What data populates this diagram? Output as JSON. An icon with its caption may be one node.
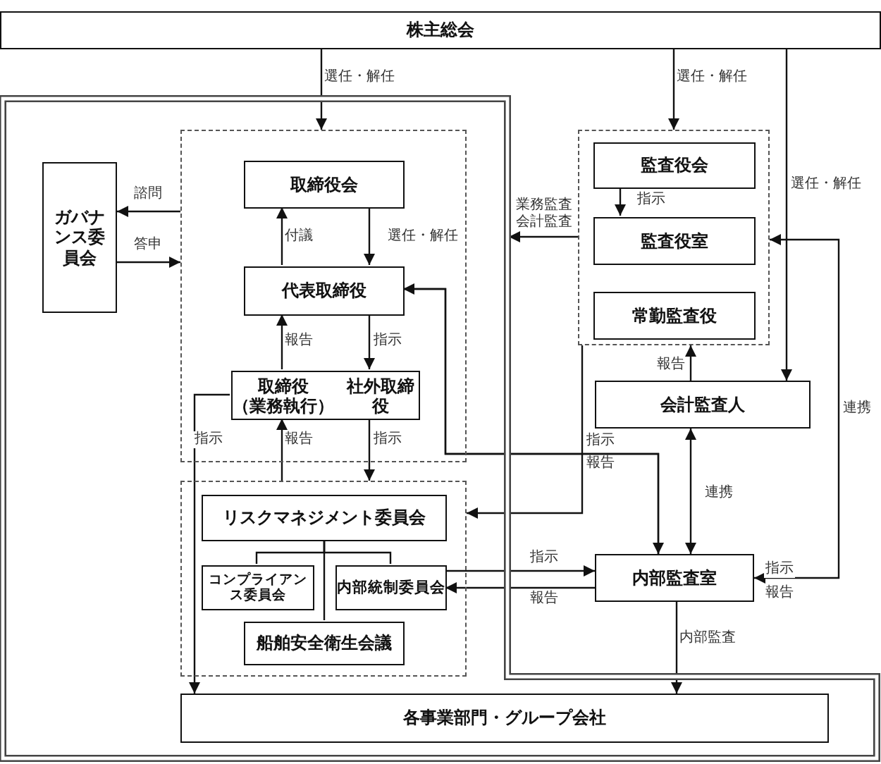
{
  "diagram": {
    "nodes": [
      {
        "text": [
          "株主総会"
        ]
      },
      {
        "text": [],
        "shape": "box"
      },
      {
        "text": [
          "ガバナンス委員会"
        ],
        "in": 1
      },
      {
        "text": [],
        "shape": "box",
        "in": 1
      },
      {
        "text": [
          "取締役会"
        ],
        "in": 3
      },
      {
        "text": [
          "代表取締役"
        ],
        "in": 3
      },
      {
        "text": [
          "取締役（業務執行）",
          "社外取締役"
        ],
        "in": 3
      },
      {
        "text": [],
        "shape": "box",
        "in": 1
      },
      {
        "text": [
          "リスクマネジメント委員会"
        ],
        "in": 7
      },
      {
        "text": [
          "コンプライアンス委員会"
        ],
        "in": 7
      },
      {
        "text": [
          "内部統制委員会"
        ],
        "in": 7
      },
      {
        "text": [
          "船舶安全衛生会議"
        ],
        "in": 7
      },
      {
        "text": [
          "各事業部門・グループ会社"
        ],
        "in": 1
      },
      {
        "text": [],
        "shape": "box"
      },
      {
        "text": [
          "監査役会"
        ],
        "in": 13
      },
      {
        "text": [
          "監査役室"
        ],
        "in": 13
      },
      {
        "text": [
          "常勤監査役"
        ],
        "in": 13
      },
      {
        "text": [
          "会計監査人"
        ]
      },
      {
        "text": [
          "内部監査室"
        ]
      }
    ],
    "edges": [
      {
        "from": 0,
        "to": 3,
        "arrow": "to",
        "label": "選任・解任"
      },
      {
        "from": 0,
        "to": 13,
        "arrow": "to",
        "label": "選任・解任"
      },
      {
        "from": 0,
        "to": 17,
        "arrow": "to",
        "label": "選任・解任"
      },
      {
        "from": 3,
        "to": 2,
        "arrow": "to",
        "label": "諮問"
      },
      {
        "from": 2,
        "to": 3,
        "arrow": "to",
        "label": "答申"
      },
      {
        "from": 5,
        "to": 4,
        "arrow": "to",
        "label": "付議"
      },
      {
        "from": 4,
        "to": 5,
        "arrow": "to",
        "label": "選任・解任"
      },
      {
        "from": 6,
        "to": 5,
        "arrow": "to",
        "label": "報告"
      },
      {
        "from": 5,
        "to": 6,
        "arrow": "to",
        "label": "指示"
      },
      {
        "from": 7,
        "to": 6,
        "arrow": "to",
        "label": "報告"
      },
      {
        "from": 6,
        "to": 7,
        "arrow": "to",
        "label": "指示"
      },
      {
        "from": 6,
        "to": 12,
        "arrow": "to",
        "label": "指示"
      },
      {
        "from": 5,
        "to": 18,
        "arrow": "to",
        "label": "指示"
      },
      {
        "from": 18,
        "to": 5,
        "arrow": "to",
        "label": "報告"
      },
      {
        "from": 13,
        "to": 7,
        "arrow": "to"
      },
      {
        "from": 13,
        "to": 1,
        "arrow": "to",
        "label": "業務監査会計監査"
      },
      {
        "from": 14,
        "to": 15,
        "arrow": "to",
        "label": "指示"
      },
      {
        "from": 17,
        "to": 13,
        "arrow": "to",
        "label": "報告"
      },
      {
        "from": 17,
        "to": 18,
        "arrow": "both",
        "label": "連携"
      },
      {
        "from": 18,
        "to": 13,
        "arrow": "both",
        "label": "連携"
      },
      {
        "from": 10,
        "to": 18,
        "arrow": "to",
        "label": "指示"
      },
      {
        "from": 18,
        "to": 10,
        "arrow": "to",
        "label": "報告"
      },
      {
        "from": 18,
        "to": 12,
        "arrow": "to",
        "label": "内部監査"
      },
      {
        "from": 8,
        "to": 9,
        "arrow": "none"
      },
      {
        "from": 8,
        "to": 10,
        "arrow": "none"
      },
      {
        "from": 8,
        "to": 11,
        "arrow": "none"
      }
    ],
    "labels": [
      "指示",
      "報告"
    ]
  }
}
